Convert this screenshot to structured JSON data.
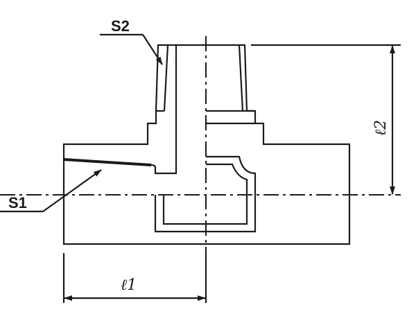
{
  "drawing": {
    "labels": {
      "s1": "S1",
      "s2": "S2",
      "l1": "ℓ1",
      "l2": "ℓ2"
    },
    "line_color": "#1a1a1a"
  }
}
